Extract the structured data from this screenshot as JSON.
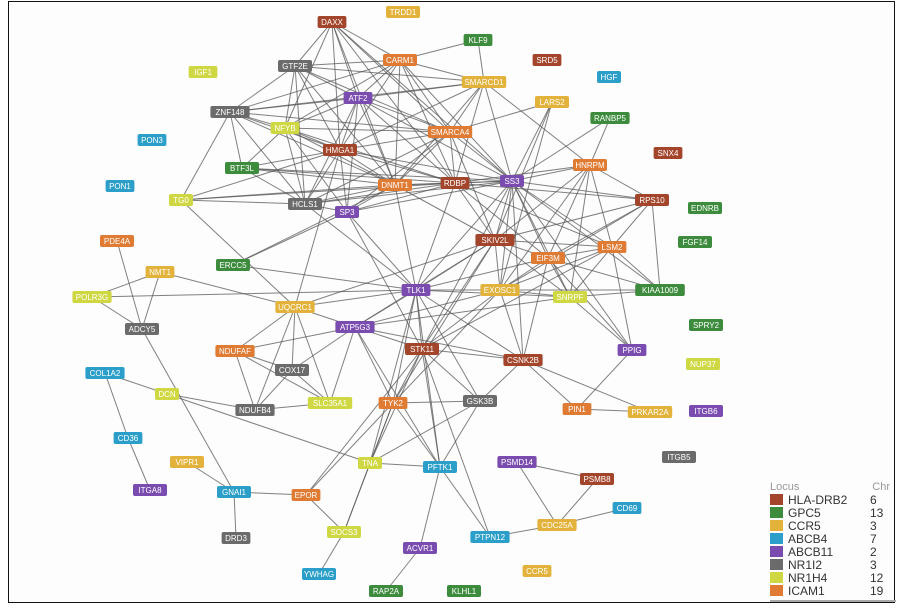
{
  "legend": {
    "header_locus": "Locus",
    "header_chr": "Chr",
    "items": [
      {
        "locus": "HLA-DRB2",
        "chr": "6",
        "color": "#a3452b"
      },
      {
        "locus": "GPC5",
        "chr": "13",
        "color": "#3d8b3d"
      },
      {
        "locus": "CCR5",
        "chr": "3",
        "color": "#e3b23a"
      },
      {
        "locus": "ABCB4",
        "chr": "7",
        "color": "#2b9fc9"
      },
      {
        "locus": "ABCB11",
        "chr": "2",
        "color": "#7a4cb0"
      },
      {
        "locus": "NR1I2",
        "chr": "3",
        "color": "#6b6b6b"
      },
      {
        "locus": "NR1H4",
        "chr": "12",
        "color": "#cfd843"
      },
      {
        "locus": "ICAM1",
        "chr": "19",
        "color": "#e07b33"
      }
    ]
  },
  "nodes": [
    {
      "label": "DAXX",
      "locus": "HLA-DRB2"
    },
    {
      "label": "TRDD1",
      "locus": "CCR5"
    },
    {
      "label": "KLF9",
      "locus": "GPC5"
    },
    {
      "label": "CARM1",
      "locus": "ICAM1"
    },
    {
      "label": "GTF2E",
      "locus": "NR1I2"
    },
    {
      "label": "SRD5",
      "locus": "HLA-DRB2"
    },
    {
      "label": "SMARCD1",
      "locus": "CCR5"
    },
    {
      "label": "IGF1",
      "locus": "NR1H4"
    },
    {
      "label": "HGF",
      "locus": "ABCB4"
    },
    {
      "label": "ATF2",
      "locus": "ABCB11"
    },
    {
      "label": "LARS2",
      "locus": "CCR5"
    },
    {
      "label": "ZNF148",
      "locus": "NR1I2"
    },
    {
      "label": "NFYB",
      "locus": "NR1H4"
    },
    {
      "label": "RANBP5",
      "locus": "GPC5"
    },
    {
      "label": "SMARCA4",
      "locus": "ICAM1"
    },
    {
      "label": "PON3",
      "locus": "ABCB4"
    },
    {
      "label": "HMGA1",
      "locus": "HLA-DRB2"
    },
    {
      "label": "SNX4",
      "locus": "HLA-DRB2"
    },
    {
      "label": "HNRPM",
      "locus": "ICAM1"
    },
    {
      "label": "BTF3L",
      "locus": "GPC5"
    },
    {
      "label": "DNMT1",
      "locus": "ICAM1"
    },
    {
      "label": "RDBP",
      "locus": "HLA-DRB2"
    },
    {
      "label": "SS3",
      "locus": "ABCB11"
    },
    {
      "label": "PON1",
      "locus": "ABCB4"
    },
    {
      "label": "TG0",
      "locus": "NR1H4"
    },
    {
      "label": "HCLS1",
      "locus": "NR1I2"
    },
    {
      "label": "SP3",
      "locus": "ABCB11"
    },
    {
      "label": "RPS10",
      "locus": "HLA-DRB2"
    },
    {
      "label": "EDNRB",
      "locus": "GPC5"
    },
    {
      "label": "SKIV2L",
      "locus": "HLA-DRB2"
    },
    {
      "label": "LSM2",
      "locus": "ICAM1"
    },
    {
      "label": "FGF14",
      "locus": "GPC5"
    },
    {
      "label": "EIF3M",
      "locus": "ICAM1"
    },
    {
      "label": "PDE4A",
      "locus": "ICAM1"
    },
    {
      "label": "ERCC5",
      "locus": "GPC5"
    },
    {
      "label": "NMT1",
      "locus": "CCR5"
    },
    {
      "label": "POLR3G",
      "locus": "NR1H4"
    },
    {
      "label": "TLK1",
      "locus": "ABCB11"
    },
    {
      "label": "EXOSC1",
      "locus": "CCR5"
    },
    {
      "label": "SNRPF",
      "locus": "NR1H4"
    },
    {
      "label": "KIAA1009",
      "locus": "GPC5"
    },
    {
      "label": "UQCRC1",
      "locus": "CCR5"
    },
    {
      "label": "ATP5G3",
      "locus": "ABCB11"
    },
    {
      "label": "ADCY5",
      "locus": "NR1I2"
    },
    {
      "label": "SPRY2",
      "locus": "GPC5"
    },
    {
      "label": "NDUFAF",
      "locus": "ICAM1"
    },
    {
      "label": "STK11",
      "locus": "HLA-DRB2"
    },
    {
      "label": "CSNK2B",
      "locus": "HLA-DRB2"
    },
    {
      "label": "PPIG",
      "locus": "ABCB11"
    },
    {
      "label": "COX17",
      "locus": "NR1I2"
    },
    {
      "label": "NUP37",
      "locus": "NR1H4"
    },
    {
      "label": "COL1A2",
      "locus": "ABCB4"
    },
    {
      "label": "DCN",
      "locus": "NR1H4"
    },
    {
      "label": "NDUFB4",
      "locus": "NR1I2"
    },
    {
      "label": "SLC35A1",
      "locus": "NR1H4"
    },
    {
      "label": "TYK2",
      "locus": "ICAM1"
    },
    {
      "label": "GSK3B",
      "locus": "NR1I2"
    },
    {
      "label": "PIN1",
      "locus": "ICAM1"
    },
    {
      "label": "PRKAR2A",
      "locus": "CCR5"
    },
    {
      "label": "ITGB6",
      "locus": "ABCB11"
    },
    {
      "label": "CD36",
      "locus": "ABCB4"
    },
    {
      "label": "ITGB5",
      "locus": "NR1I2"
    },
    {
      "label": "VIPR1",
      "locus": "CCR5"
    },
    {
      "label": "TNA",
      "locus": "NR1H4"
    },
    {
      "label": "PFTK1",
      "locus": "ABCB4"
    },
    {
      "label": "PSMD14",
      "locus": "ABCB11"
    },
    {
      "label": "PSMB8",
      "locus": "HLA-DRB2"
    },
    {
      "label": "ITGA8",
      "locus": "ABCB11"
    },
    {
      "label": "GNAI1",
      "locus": "ABCB4"
    },
    {
      "label": "EPOR",
      "locus": "ICAM1"
    },
    {
      "label": "CD69",
      "locus": "ABCB4"
    },
    {
      "label": "CDC25A",
      "locus": "CCR5"
    },
    {
      "label": "SOCS3",
      "locus": "NR1H4"
    },
    {
      "label": "PTPN12",
      "locus": "ABCB4"
    },
    {
      "label": "DRD3",
      "locus": "NR1I2"
    },
    {
      "label": "ACVR1",
      "locus": "ABCB11"
    },
    {
      "label": "YWHAG",
      "locus": "ABCB4"
    },
    {
      "label": "CCR5",
      "locus": "CCR5"
    },
    {
      "label": "RAP2A",
      "locus": "GPC5"
    },
    {
      "label": "KLHL1",
      "locus": "GPC5"
    }
  ],
  "edges": [
    [
      "DAXX",
      "GTF2E"
    ],
    [
      "DAXX",
      "ATF2"
    ],
    [
      "DAXX",
      "HMGA1"
    ],
    [
      "DAXX",
      "DNMT1"
    ],
    [
      "DAXX",
      "SMARCA4"
    ],
    [
      "DAXX",
      "RDBP"
    ],
    [
      "DAXX",
      "CARM1"
    ],
    [
      "DAXX",
      "NFYB"
    ],
    [
      "DAXX",
      "SS3"
    ],
    [
      "CARM1",
      "GTF2E"
    ],
    [
      "CARM1",
      "ATF2"
    ],
    [
      "CARM1",
      "ZNF148"
    ],
    [
      "CARM1",
      "NFYB"
    ],
    [
      "CARM1",
      "HMGA1"
    ],
    [
      "CARM1",
      "SMARCA4"
    ],
    [
      "CARM1",
      "RDBP"
    ],
    [
      "CARM1",
      "SS3"
    ],
    [
      "CARM1",
      "SMARCD1"
    ],
    [
      "CARM1",
      "DNMT1"
    ],
    [
      "KLF9",
      "CARM1"
    ],
    [
      "KLF9",
      "SMARCD1"
    ],
    [
      "GTF2E",
      "ZNF148"
    ],
    [
      "GTF2E",
      "ATF2"
    ],
    [
      "GTF2E",
      "NFYB"
    ],
    [
      "GTF2E",
      "HMGA1"
    ],
    [
      "GTF2E",
      "SMARCA4"
    ],
    [
      "GTF2E",
      "HCLS1"
    ],
    [
      "GTF2E",
      "SMARCD1"
    ],
    [
      "GTF2E",
      "DNMT1"
    ],
    [
      "ATF2",
      "ZNF148"
    ],
    [
      "ATF2",
      "NFYB"
    ],
    [
      "ATF2",
      "HMGA1"
    ],
    [
      "ATF2",
      "SMARCA4"
    ],
    [
      "ATF2",
      "SMARCD1"
    ],
    [
      "ATF2",
      "DNMT1"
    ],
    [
      "ATF2",
      "RDBP"
    ],
    [
      "ATF2",
      "SS3"
    ],
    [
      "ATF2",
      "HCLS1"
    ],
    [
      "ATF2",
      "SP3"
    ],
    [
      "SMARCD1",
      "ZNF148"
    ],
    [
      "SMARCD1",
      "HMGA1"
    ],
    [
      "SMARCD1",
      "SMARCA4"
    ],
    [
      "SMARCD1",
      "RDBP"
    ],
    [
      "SMARCD1",
      "SS3"
    ],
    [
      "SMARCD1",
      "HNRPM"
    ],
    [
      "SMARCD1",
      "DNMT1"
    ],
    [
      "LARS2",
      "SS3"
    ],
    [
      "LARS2",
      "SMARCA4"
    ],
    [
      "LARS2",
      "SKIV2L"
    ],
    [
      "LARS2",
      "EXOSC1"
    ],
    [
      "ZNF148",
      "NFYB"
    ],
    [
      "ZNF148",
      "HMGA1"
    ],
    [
      "ZNF148",
      "HCLS1"
    ],
    [
      "ZNF148",
      "BTF3L"
    ],
    [
      "ZNF148",
      "SMARCA4"
    ],
    [
      "ZNF148",
      "TG0"
    ],
    [
      "ZNF148",
      "DNMT1"
    ],
    [
      "NFYB",
      "HMGA1"
    ],
    [
      "NFYB",
      "HCLS1"
    ],
    [
      "NFYB",
      "BTF3L"
    ],
    [
      "NFYB",
      "SMARCA4"
    ],
    [
      "NFYB",
      "RDBP"
    ],
    [
      "NFYB",
      "SP3"
    ],
    [
      "NFYB",
      "DNMT1"
    ],
    [
      "RANBP5",
      "HNRPM"
    ],
    [
      "RANBP5",
      "SS3"
    ],
    [
      "SMARCA4",
      "HMGA1"
    ],
    [
      "SMARCA4",
      "DNMT1"
    ],
    [
      "SMARCA4",
      "RDBP"
    ],
    [
      "SMARCA4",
      "SS3"
    ],
    [
      "SMARCA4",
      "HCLS1"
    ],
    [
      "SMARCA4",
      "SP3"
    ],
    [
      "SMARCA4",
      "SKIV2L"
    ],
    [
      "HMGA1",
      "DNMT1"
    ],
    [
      "HMGA1",
      "RDBP"
    ],
    [
      "HMGA1",
      "SS3"
    ],
    [
      "HMGA1",
      "HCLS1"
    ],
    [
      "HMGA1",
      "SP3"
    ],
    [
      "HMGA1",
      "BTF3L"
    ],
    [
      "HMGA1",
      "TG0"
    ],
    [
      "HMGA1",
      "UQCRC1"
    ],
    [
      "HNRPM",
      "SS3"
    ],
    [
      "HNRPM",
      "RDBP"
    ],
    [
      "HNRPM",
      "RPS10"
    ],
    [
      "HNRPM",
      "SKIV2L"
    ],
    [
      "HNRPM",
      "LSM2"
    ],
    [
      "HNRPM",
      "EIF3M"
    ],
    [
      "HNRPM",
      "EXOSC1"
    ],
    [
      "HNRPM",
      "SNRPF"
    ],
    [
      "BTF3L",
      "HCLS1"
    ],
    [
      "BTF3L",
      "DNMT1"
    ],
    [
      "BTF3L",
      "RDBP"
    ],
    [
      "BTF3L",
      "SS3"
    ],
    [
      "DNMT1",
      "RDBP"
    ],
    [
      "DNMT1",
      "SS3"
    ],
    [
      "DNMT1",
      "HCLS1"
    ],
    [
      "DNMT1",
      "SP3"
    ],
    [
      "DNMT1",
      "SKIV2L"
    ],
    [
      "DNMT1",
      "TLK1"
    ],
    [
      "DNMT1",
      "ERCC5"
    ],
    [
      "RDBP",
      "SS3"
    ],
    [
      "RDBP",
      "HCLS1"
    ],
    [
      "RDBP",
      "SP3"
    ],
    [
      "RDBP",
      "SKIV2L"
    ],
    [
      "RDBP",
      "EIF3M"
    ],
    [
      "RDBP",
      "LSM2"
    ],
    [
      "RDBP",
      "TLK1"
    ],
    [
      "RDBP",
      "RPS10"
    ],
    [
      "SS3",
      "HCLS1"
    ],
    [
      "SS3",
      "SP3"
    ],
    [
      "SS3",
      "SKIV2L"
    ],
    [
      "SS3",
      "EIF3M"
    ],
    [
      "SS3",
      "LSM2"
    ],
    [
      "SS3",
      "RPS10"
    ],
    [
      "SS3",
      "EXOSC1"
    ],
    [
      "SS3",
      "SNRPF"
    ],
    [
      "SS3",
      "KIAA1009"
    ],
    [
      "SS3",
      "TLK1"
    ],
    [
      "SS3",
      "CSNK2B"
    ],
    [
      "SS3",
      "PPIG"
    ],
    [
      "SS3",
      "STK11"
    ],
    [
      "TG0",
      "HCLS1"
    ],
    [
      "TG0",
      "DNMT1"
    ],
    [
      "TG0",
      "RDBP"
    ],
    [
      "TG0",
      "UQCRC1"
    ],
    [
      "HCLS1",
      "SP3"
    ],
    [
      "HCLS1",
      "TLK1"
    ],
    [
      "SP3",
      "ERCC5"
    ],
    [
      "SP3",
      "TLK1"
    ],
    [
      "SP3",
      "STK11"
    ],
    [
      "RPS10",
      "SKIV2L"
    ],
    [
      "RPS10",
      "LSM2"
    ],
    [
      "RPS10",
      "EIF3M"
    ],
    [
      "RPS10",
      "KIAA1009"
    ],
    [
      "RPS10",
      "EXOSC1"
    ],
    [
      "SKIV2L",
      "LSM2"
    ],
    [
      "SKIV2L",
      "EIF3M"
    ],
    [
      "SKIV2L",
      "EXOSC1"
    ],
    [
      "SKIV2L",
      "SNRPF"
    ],
    [
      "SKIV2L",
      "TLK1"
    ],
    [
      "SKIV2L",
      "ATP5G3"
    ],
    [
      "SKIV2L",
      "UQCRC1"
    ],
    [
      "SKIV2L",
      "STK11"
    ],
    [
      "SKIV2L",
      "TYK2"
    ],
    [
      "LSM2",
      "EIF3M"
    ],
    [
      "LSM2",
      "EXOSC1"
    ],
    [
      "LSM2",
      "SNRPF"
    ],
    [
      "LSM2",
      "KIAA1009"
    ],
    [
      "LSM2",
      "PPIG"
    ],
    [
      "LSM2",
      "STK11"
    ],
    [
      "EIF3M",
      "EXOSC1"
    ],
    [
      "EIF3M",
      "SNRPF"
    ],
    [
      "EIF3M",
      "KIAA1009"
    ],
    [
      "EIF3M",
      "TLK1"
    ],
    [
      "EIF3M",
      "CSNK2B"
    ],
    [
      "EIF3M",
      "PPIG"
    ],
    [
      "EXOSC1",
      "TLK1"
    ],
    [
      "EXOSC1",
      "SNRPF"
    ],
    [
      "EXOSC1",
      "KIAA1009"
    ],
    [
      "EXOSC1",
      "ATP5G3"
    ],
    [
      "EXOSC1",
      "CSNK2B"
    ],
    [
      "EXOSC1",
      "STK11"
    ],
    [
      "EXOSC1",
      "TYK2"
    ],
    [
      "SNRPF",
      "TLK1"
    ],
    [
      "SNRPF",
      "KIAA1009"
    ],
    [
      "SNRPF",
      "ATP5G3"
    ],
    [
      "SNRPF",
      "PPIG"
    ],
    [
      "PDE4A",
      "ADCY5"
    ],
    [
      "NMT1",
      "POLR3G"
    ],
    [
      "NMT1",
      "ADCY5"
    ],
    [
      "NMT1",
      "UQCRC1"
    ],
    [
      "POLR3G",
      "TLK1"
    ],
    [
      "POLR3G",
      "ADCY5"
    ],
    [
      "ERCC5",
      "TLK1"
    ],
    [
      "TLK1",
      "UQCRC1"
    ],
    [
      "TLK1",
      "ATP5G3"
    ],
    [
      "TLK1",
      "STK11"
    ],
    [
      "TLK1",
      "TYK2"
    ],
    [
      "TLK1",
      "GSK3B"
    ],
    [
      "TLK1",
      "PFTK1"
    ],
    [
      "TLK1",
      "CSNK2B"
    ],
    [
      "TLK1",
      "TNA"
    ],
    [
      "UQCRC1",
      "ATP5G3"
    ],
    [
      "UQCRC1",
      "NDUFAF"
    ],
    [
      "UQCRC1",
      "COX17"
    ],
    [
      "UQCRC1",
      "NDUFB4"
    ],
    [
      "UQCRC1",
      "SLC35A1"
    ],
    [
      "ATP5G3",
      "NDUFAF"
    ],
    [
      "ATP5G3",
      "COX17"
    ],
    [
      "ATP5G3",
      "SLC35A1"
    ],
    [
      "ATP5G3",
      "STK11"
    ],
    [
      "ATP5G3",
      "CSNK2B"
    ],
    [
      "ATP5G3",
      "TYK2"
    ],
    [
      "ATP5G3",
      "PFTK1"
    ],
    [
      "ADCY5",
      "GNAI1"
    ],
    [
      "NDUFAF",
      "COX17"
    ],
    [
      "NDUFAF",
      "NDUFB4"
    ],
    [
      "NDUFAF",
      "SLC35A1"
    ],
    [
      "STK11",
      "TYK2"
    ],
    [
      "STK11",
      "GSK3B"
    ],
    [
      "STK11",
      "PFTK1"
    ],
    [
      "STK11",
      "TNA"
    ],
    [
      "STK11",
      "CSNK2B"
    ],
    [
      "STK11",
      "PTPN12"
    ],
    [
      "STK11",
      "EPOR"
    ],
    [
      "CSNK2B",
      "PRKAR2A"
    ],
    [
      "CSNK2B",
      "PIN1"
    ],
    [
      "CSNK2B",
      "GSK3B"
    ],
    [
      "PPIG",
      "PIN1"
    ],
    [
      "COX17",
      "NDUFB4"
    ],
    [
      "COX17",
      "SLC35A1"
    ],
    [
      "COL1A2",
      "DCN"
    ],
    [
      "COL1A2",
      "CD36"
    ],
    [
      "DCN",
      "TNA"
    ],
    [
      "DCN",
      "NDUFB4"
    ],
    [
      "NDUFB4",
      "SLC35A1"
    ],
    [
      "TYK2",
      "TNA"
    ],
    [
      "TYK2",
      "PFTK1"
    ],
    [
      "TYK2",
      "EPOR"
    ],
    [
      "TYK2",
      "GSK3B"
    ],
    [
      "TYK2",
      "SOCS3"
    ],
    [
      "GSK3B",
      "PFTK1"
    ],
    [
      "GSK3B",
      "TNA"
    ],
    [
      "PIN1",
      "PRKAR2A"
    ],
    [
      "CD36",
      "ITGA8"
    ],
    [
      "VIPR1",
      "GNAI1"
    ],
    [
      "TNA",
      "PFTK1"
    ],
    [
      "TNA",
      "SOCS3"
    ],
    [
      "PFTK1",
      "PTPN12"
    ],
    [
      "PFTK1",
      "ACVR1"
    ],
    [
      "PSMD14",
      "PSMB8"
    ],
    [
      "PSMD14",
      "CDC25A"
    ],
    [
      "PSMB8",
      "CDC25A"
    ],
    [
      "GNAI1",
      "EPOR"
    ],
    [
      "GNAI1",
      "DRD3"
    ],
    [
      "EPOR",
      "SOCS3"
    ],
    [
      "CD69",
      "CDC25A"
    ],
    [
      "CDC25A",
      "PTPN12"
    ],
    [
      "SOCS3",
      "YWHAG"
    ],
    [
      "ACVR1",
      "RAP2A"
    ]
  ]
}
